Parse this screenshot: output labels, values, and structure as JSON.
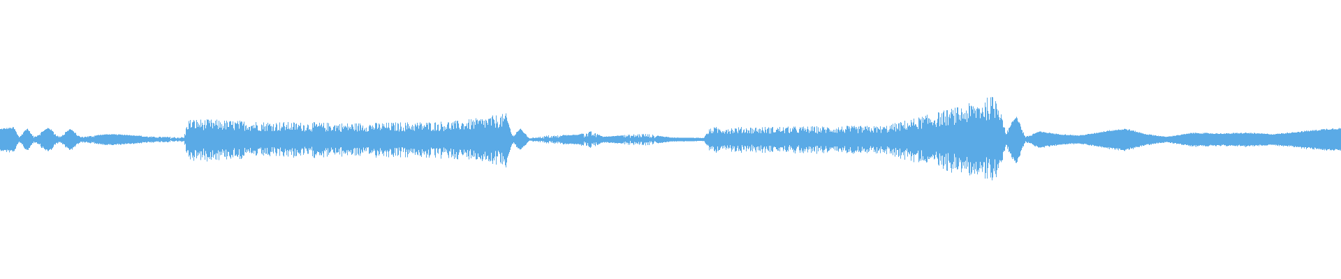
{
  "waveform": {
    "color": "#5aaae6",
    "baseline_amplitude": 0.008,
    "envelope": [
      {
        "t": 0.0,
        "amp": 0.08,
        "kind": "blob"
      },
      {
        "t": 0.01,
        "amp": 0.09,
        "kind": "blob"
      },
      {
        "t": 0.014,
        "amp": 0.02,
        "kind": "gap"
      },
      {
        "t": 0.02,
        "amp": 0.085,
        "kind": "blob"
      },
      {
        "t": 0.025,
        "amp": 0.02,
        "kind": "gap"
      },
      {
        "t": 0.036,
        "amp": 0.09,
        "kind": "blob"
      },
      {
        "t": 0.044,
        "amp": 0.02,
        "kind": "gap"
      },
      {
        "t": 0.052,
        "amp": 0.08,
        "kind": "blob"
      },
      {
        "t": 0.06,
        "amp": 0.02,
        "kind": "gap"
      },
      {
        "t": 0.08,
        "amp": 0.04,
        "kind": "blob"
      },
      {
        "t": 0.095,
        "amp": 0.035,
        "kind": "blob"
      },
      {
        "t": 0.115,
        "amp": 0.02,
        "kind": "gap"
      },
      {
        "t": 0.137,
        "amp": 0.02,
        "kind": "spike"
      },
      {
        "t": 0.14,
        "amp": 0.15,
        "kind": "dense"
      },
      {
        "t": 0.2,
        "amp": 0.13,
        "kind": "dense"
      },
      {
        "t": 0.26,
        "amp": 0.12,
        "kind": "dense"
      },
      {
        "t": 0.3,
        "amp": 0.125,
        "kind": "dense"
      },
      {
        "t": 0.34,
        "amp": 0.135,
        "kind": "dense"
      },
      {
        "t": 0.36,
        "amp": 0.16,
        "kind": "dense"
      },
      {
        "t": 0.378,
        "amp": 0.19,
        "kind": "dense"
      },
      {
        "t": 0.382,
        "amp": 0.03,
        "kind": "gap"
      },
      {
        "t": 0.388,
        "amp": 0.08,
        "kind": "blob"
      },
      {
        "t": 0.395,
        "amp": 0.01,
        "kind": "gap"
      },
      {
        "t": 0.408,
        "amp": 0.03,
        "kind": "spike"
      },
      {
        "t": 0.43,
        "amp": 0.035,
        "kind": "blob"
      },
      {
        "t": 0.441,
        "amp": 0.06,
        "kind": "spike"
      },
      {
        "t": 0.45,
        "amp": 0.02,
        "kind": "blob"
      },
      {
        "t": 0.48,
        "amp": 0.045,
        "kind": "spike"
      },
      {
        "t": 0.5,
        "amp": 0.015,
        "kind": "blob"
      },
      {
        "t": 0.525,
        "amp": 0.012,
        "kind": "blob"
      },
      {
        "t": 0.53,
        "amp": 0.09,
        "kind": "dense"
      },
      {
        "t": 0.6,
        "amp": 0.095,
        "kind": "dense"
      },
      {
        "t": 0.66,
        "amp": 0.1,
        "kind": "dense"
      },
      {
        "t": 0.68,
        "amp": 0.15,
        "kind": "dense"
      },
      {
        "t": 0.72,
        "amp": 0.25,
        "kind": "dense"
      },
      {
        "t": 0.745,
        "amp": 0.33,
        "kind": "dense"
      },
      {
        "t": 0.75,
        "amp": 0.05,
        "kind": "gap"
      },
      {
        "t": 0.758,
        "amp": 0.18,
        "kind": "blob"
      },
      {
        "t": 0.765,
        "amp": 0.02,
        "kind": "gap"
      },
      {
        "t": 0.775,
        "amp": 0.06,
        "kind": "blob"
      },
      {
        "t": 0.79,
        "amp": 0.04,
        "kind": "blob"
      },
      {
        "t": 0.805,
        "amp": 0.03,
        "kind": "blob"
      },
      {
        "t": 0.815,
        "amp": 0.045,
        "kind": "blob"
      },
      {
        "t": 0.828,
        "amp": 0.07,
        "kind": "blob"
      },
      {
        "t": 0.84,
        "amp": 0.08,
        "kind": "blob"
      },
      {
        "t": 0.855,
        "amp": 0.04,
        "kind": "blob"
      },
      {
        "t": 0.87,
        "amp": 0.02,
        "kind": "blob"
      },
      {
        "t": 0.89,
        "amp": 0.05,
        "kind": "blob"
      },
      {
        "t": 0.91,
        "amp": 0.045,
        "kind": "blob"
      },
      {
        "t": 0.93,
        "amp": 0.05,
        "kind": "blob"
      },
      {
        "t": 0.95,
        "amp": 0.04,
        "kind": "blob"
      },
      {
        "t": 0.975,
        "amp": 0.065,
        "kind": "blob"
      },
      {
        "t": 0.99,
        "amp": 0.08,
        "kind": "blob"
      },
      {
        "t": 1.0,
        "amp": 0.085,
        "kind": "blob"
      }
    ]
  }
}
